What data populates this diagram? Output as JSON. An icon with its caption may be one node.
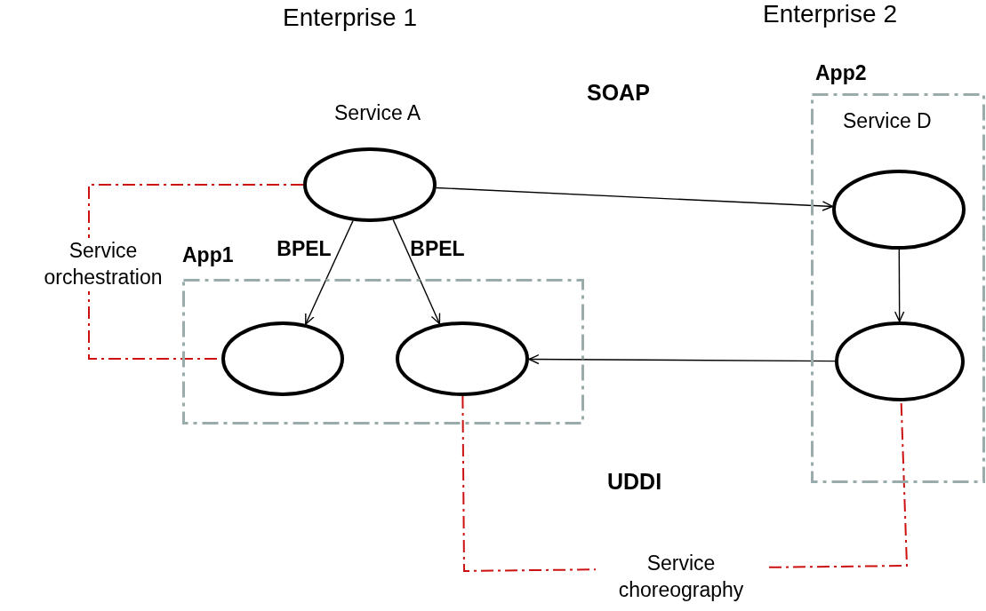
{
  "diagram": {
    "nodes": [
      {
        "text": [
          "App1"
        ]
      },
      {
        "text": [
          "App2"
        ]
      },
      {
        "text": [
          "Service A"
        ]
      },
      {
        "text": [],
        "shape": "circle",
        "in": 0
      },
      {
        "text": [],
        "shape": "circle",
        "in": 0
      },
      {
        "text": [
          "Service D"
        ],
        "in": 1
      },
      {
        "text": [],
        "shape": "circle",
        "in": 1
      }
    ],
    "edges": [
      {
        "from": 2,
        "to": 5,
        "arrow": "to"
      },
      {
        "from": 2,
        "to": 3,
        "arrow": "to",
        "label": "BPEL"
      },
      {
        "from": 2,
        "to": 4,
        "arrow": "to",
        "label": "BPEL"
      },
      {
        "from": 5,
        "to": 6,
        "arrow": "to"
      },
      {
        "from": 6,
        "to": 4,
        "arrow": "to"
      },
      {
        "from": 2,
        "to": 3,
        "arrow": "none",
        "style": "dashed",
        "color": "#cc1111",
        "label": "Service orchestration"
      },
      {
        "from": 4,
        "to": 6,
        "arrow": "none",
        "style": "dashed",
        "color": "#cc1111",
        "label": "Service choreography"
      }
    ],
    "labels": [
      "Enterprise 1",
      "Enterprise 2",
      "SOAP",
      "UDDI"
    ]
  }
}
